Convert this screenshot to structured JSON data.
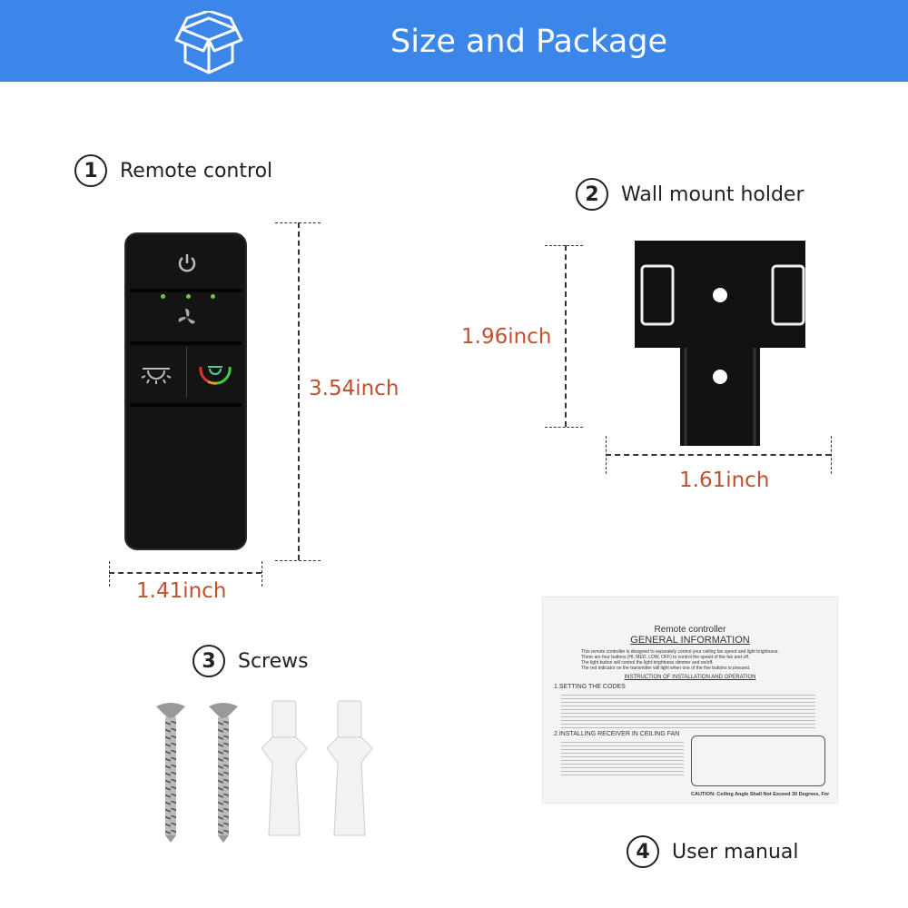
{
  "header": {
    "title": "Size and Package",
    "icon": "box-icon",
    "color": "#3b86e8"
  },
  "items": [
    {
      "number": "1",
      "label": "Remote control",
      "width": "1.41inch",
      "height": "3.54inch"
    },
    {
      "number": "2",
      "label": "Wall mount holder",
      "width": "1.61inch",
      "height": "1.96inch"
    },
    {
      "number": "3",
      "label": "Screws"
    },
    {
      "number": "4",
      "label": "User manual"
    }
  ],
  "dimension_color": "#c0502e",
  "manual": {
    "title": "Remote controller",
    "heading": "GENERAL INFORMATION",
    "intro": [
      "This remote controller is designed to separately control your ceiling fan speed and light brightness.",
      "There are four buttons (HI, MED, LOW, OFF) to control the speed of the fan and off.",
      "The light button will control the light brightness dimmer and on/off.",
      "The red indicator on the transmitter will light when one of the five buttons is pressed."
    ],
    "subheading": "INSTRUCTION OF INSTALLATION AND OPERATION",
    "section1": "1.SETTING THE CODES",
    "section2": "2.INSTALLING RECEIVER IN CEILING FAN",
    "caution": "CAUTION: Ceiling Angle Shall Not Exceed 30 Degrees, For"
  }
}
